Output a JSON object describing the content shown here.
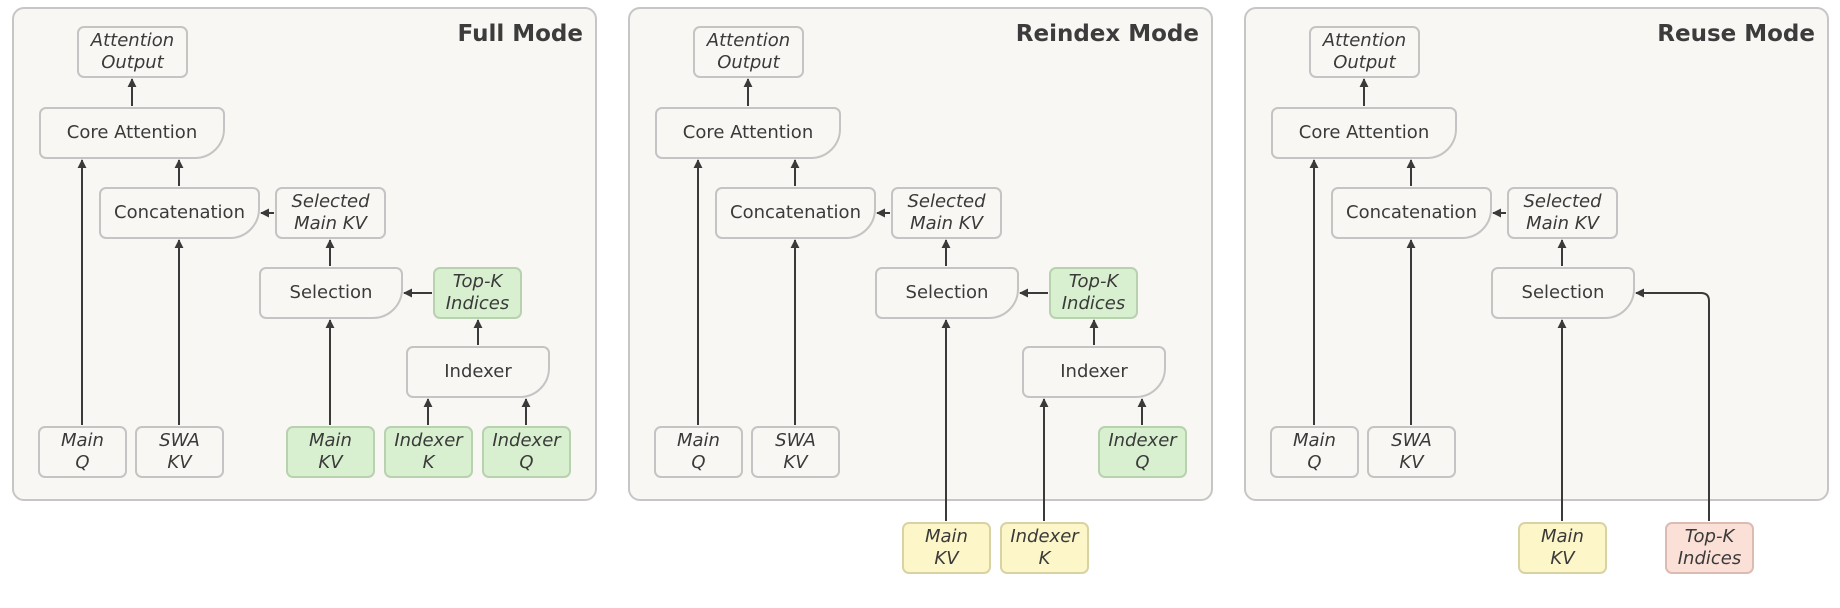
{
  "panels": [
    {
      "key": "full",
      "title": "Full Mode",
      "nodes": {
        "attn_out": "Attention\nOutput",
        "core": "Core Attention",
        "concat": "Concatenation",
        "sel_kv": "Selected\nMain KV",
        "selection": "Selection",
        "topk": "Top-K\nIndices",
        "indexer": "Indexer",
        "main_q": "Main\nQ",
        "swa_kv": "SWA\nKV",
        "main_kv": "Main\nKV",
        "idx_k": "Indexer\nK",
        "idx_q": "Indexer\nQ"
      }
    },
    {
      "key": "reindex",
      "title": "Reindex Mode",
      "nodes": {
        "attn_out": "Attention\nOutput",
        "core": "Core Attention",
        "concat": "Concatenation",
        "sel_kv": "Selected\nMain KV",
        "selection": "Selection",
        "topk": "Top-K\nIndices",
        "indexer": "Indexer",
        "main_q": "Main\nQ",
        "swa_kv": "SWA\nKV",
        "idx_q": "Indexer\nQ",
        "ext_main_kv": "Main\nKV",
        "ext_idx_k": "Indexer\nK"
      }
    },
    {
      "key": "reuse",
      "title": "Reuse Mode",
      "nodes": {
        "attn_out": "Attention\nOutput",
        "core": "Core Attention",
        "concat": "Concatenation",
        "sel_kv": "Selected\nMain KV",
        "selection": "Selection",
        "main_q": "Main\nQ",
        "swa_kv": "SWA\nKV",
        "ext_main_kv": "Main\nKV",
        "ext_topk": "Top-K\nIndices"
      }
    }
  ],
  "colors": {
    "panel_bg": "#f8f7f4",
    "border": "#c4c4c4",
    "green": "#d8f0d0",
    "yellow": "#fcf6c8",
    "pink": "#fbe0d8",
    "arrow": "#3a3a3a"
  }
}
